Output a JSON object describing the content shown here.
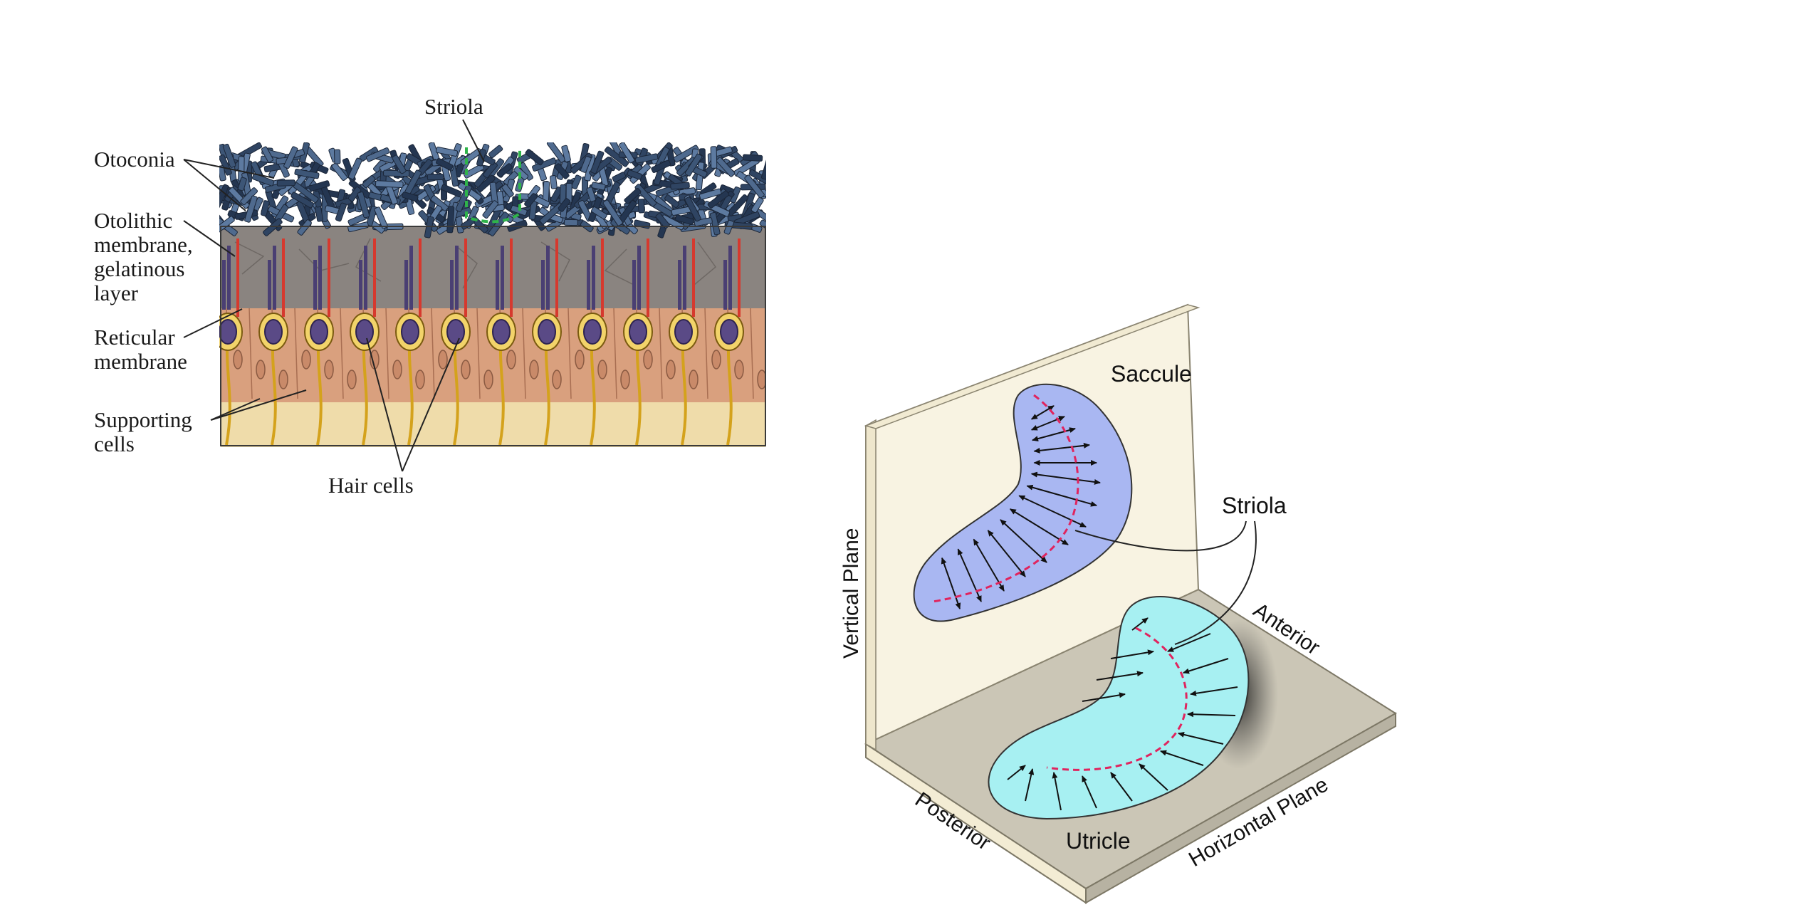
{
  "left_figure": {
    "striola": "Striola",
    "otoconia": "Otoconia",
    "otolithic_membrane": [
      "Otolithic",
      "membrane,",
      "gelatinous",
      "layer"
    ],
    "reticular_membrane": [
      "Reticular",
      "membrane"
    ],
    "supporting_cells": [
      "Supporting",
      "cells"
    ],
    "hair_cells": "Hair cells"
  },
  "right_figure": {
    "saccule": "Saccule",
    "striola": "Striola",
    "vertical_plane": "Vertical Plane",
    "anterior": "Anterior",
    "posterior": "Posterior",
    "utricle": "Utricle",
    "horizontal_plane": "Horizontal Plane"
  },
  "colors": {
    "otoconia": "#3b5170",
    "gel_layer": "#8a8480",
    "hair_cell_body": "#5a4a86",
    "kinocilium": "#d6392e",
    "supporting_cell": "#d9a07e",
    "basal_layer": "#efdcaa",
    "saccule_fill": "#a9b7f2",
    "utricle_fill": "#a7f0f2",
    "striola_line": "#e0245e",
    "vertical_plane": "#f8f3e2",
    "horizontal_plane": "#cbc6b6"
  }
}
